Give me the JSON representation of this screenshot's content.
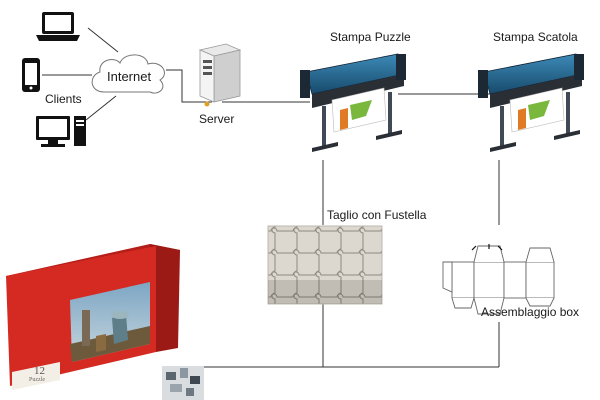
{
  "network": {
    "clients_label": "Clients",
    "internet_label": "Internet",
    "server_label": "Server"
  },
  "printers": {
    "puzzle_label": "Stampa Puzzle",
    "box_label": "Stampa Scatola"
  },
  "steps": {
    "cutting_label": "Taglio con Fustella",
    "assembly_label": "Assemblaggio box"
  },
  "product": {
    "box_number": "12",
    "box_caption": "Puzzle"
  },
  "colors": {
    "box_red": "#d42a22",
    "printer_blue": "#1f5f86",
    "printer_dark": "#2a2f36",
    "line": "#333333"
  }
}
